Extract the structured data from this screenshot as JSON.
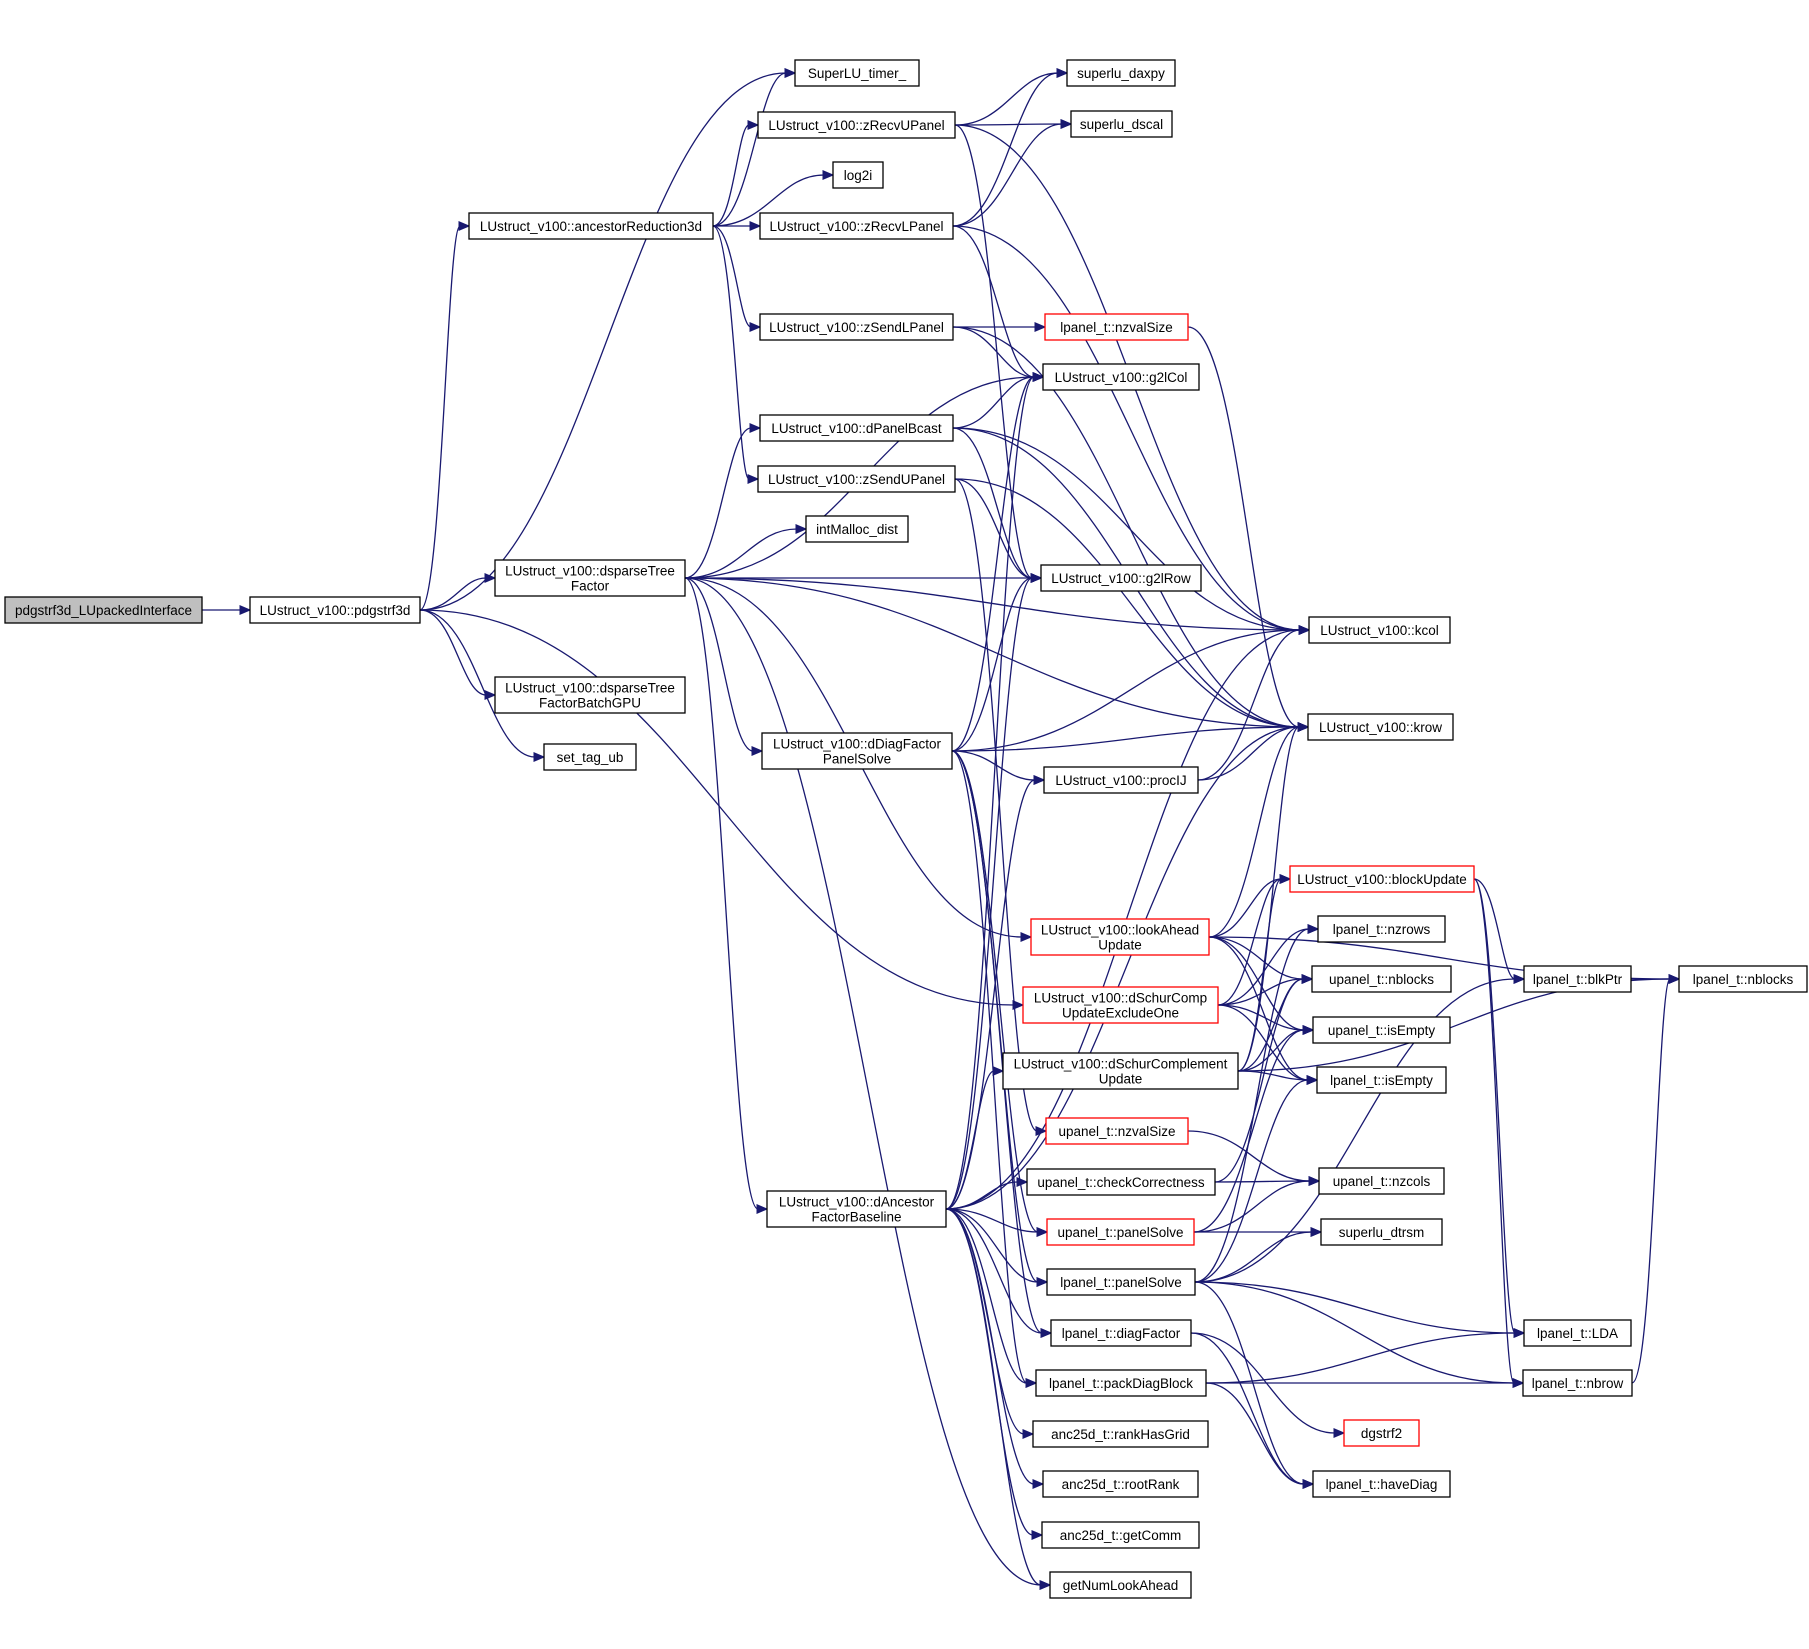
{
  "graph": {
    "nodes": [
      {
        "id": "root",
        "lines": [
          "pdgstrf3d_LUpackedInterface"
        ],
        "root": true
      },
      {
        "id": "pdgstrf3d",
        "lines": [
          "LUstruct_v100::pdgstrf3d"
        ]
      },
      {
        "id": "ancRed",
        "lines": [
          "LUstruct_v100::ancestorReduction3d"
        ]
      },
      {
        "id": "dsparse",
        "lines": [
          "LUstruct_v100::dsparseTree",
          "Factor"
        ]
      },
      {
        "id": "dsparseGPU",
        "lines": [
          "LUstruct_v100::dsparseTree",
          "FactorBatchGPU"
        ]
      },
      {
        "id": "settag",
        "lines": [
          "set_tag_ub"
        ]
      },
      {
        "id": "timer",
        "lines": [
          "SuperLU_timer_"
        ]
      },
      {
        "id": "zRecvU",
        "lines": [
          "LUstruct_v100::zRecvUPanel"
        ]
      },
      {
        "id": "log2i",
        "lines": [
          "log2i"
        ]
      },
      {
        "id": "zRecvL",
        "lines": [
          "LUstruct_v100::zRecvLPanel"
        ]
      },
      {
        "id": "zSendL",
        "lines": [
          "LUstruct_v100::zSendLPanel"
        ]
      },
      {
        "id": "dPanelB",
        "lines": [
          "LUstruct_v100::dPanelBcast"
        ]
      },
      {
        "id": "zSendU",
        "lines": [
          "LUstruct_v100::zSendUPanel"
        ]
      },
      {
        "id": "intMalloc",
        "lines": [
          "intMalloc_dist"
        ]
      },
      {
        "id": "dDiag",
        "lines": [
          "LUstruct_v100::dDiagFactor",
          "PanelSolve"
        ]
      },
      {
        "id": "dAnc",
        "lines": [
          "LUstruct_v100::dAncestor",
          "FactorBaseline"
        ]
      },
      {
        "id": "daxpy",
        "lines": [
          "superlu_daxpy"
        ]
      },
      {
        "id": "dscal",
        "lines": [
          "superlu_dscal"
        ]
      },
      {
        "id": "lnzval",
        "lines": [
          "lpanel_t::nzvalSize"
        ],
        "red": true
      },
      {
        "id": "g2lCol",
        "lines": [
          "LUstruct_v100::g2lCol"
        ]
      },
      {
        "id": "g2lRow",
        "lines": [
          "LUstruct_v100::g2lRow"
        ]
      },
      {
        "id": "procIJ",
        "lines": [
          "LUstruct_v100::procIJ"
        ]
      },
      {
        "id": "lookAhead",
        "lines": [
          "LUstruct_v100::lookAhead",
          "Update"
        ],
        "red": true
      },
      {
        "id": "dSchurEx",
        "lines": [
          "LUstruct_v100::dSchurComp",
          "UpdateExcludeOne"
        ],
        "red": true
      },
      {
        "id": "dSchur",
        "lines": [
          "LUstruct_v100::dSchurComplement",
          "Update"
        ]
      },
      {
        "id": "unzval",
        "lines": [
          "upanel_t::nzvalSize"
        ],
        "red": true
      },
      {
        "id": "uCheck",
        "lines": [
          "upanel_t::checkCorrectness"
        ]
      },
      {
        "id": "uSolve",
        "lines": [
          "upanel_t::panelSolve"
        ],
        "red": true
      },
      {
        "id": "lSolve",
        "lines": [
          "lpanel_t::panelSolve"
        ]
      },
      {
        "id": "lDiag",
        "lines": [
          "lpanel_t::diagFactor"
        ]
      },
      {
        "id": "lPack",
        "lines": [
          "lpanel_t::packDiagBlock"
        ]
      },
      {
        "id": "rankHas",
        "lines": [
          "anc25d_t::rankHasGrid"
        ]
      },
      {
        "id": "rootRank",
        "lines": [
          "anc25d_t::rootRank"
        ]
      },
      {
        "id": "getComm",
        "lines": [
          "anc25d_t::getComm"
        ]
      },
      {
        "id": "getNum",
        "lines": [
          "getNumLookAhead"
        ]
      },
      {
        "id": "kcol",
        "lines": [
          "LUstruct_v100::kcol"
        ]
      },
      {
        "id": "krow",
        "lines": [
          "LUstruct_v100::krow"
        ]
      },
      {
        "id": "blockUp",
        "lines": [
          "LUstruct_v100::blockUpdate"
        ],
        "red": true
      },
      {
        "id": "lnzrows",
        "lines": [
          "lpanel_t::nzrows"
        ]
      },
      {
        "id": "unblocks",
        "lines": [
          "upanel_t::nblocks"
        ]
      },
      {
        "id": "uEmpty",
        "lines": [
          "upanel_t::isEmpty"
        ]
      },
      {
        "id": "lEmpty",
        "lines": [
          "lpanel_t::isEmpty"
        ]
      },
      {
        "id": "unzcols",
        "lines": [
          "upanel_t::nzcols"
        ]
      },
      {
        "id": "dtrsm",
        "lines": [
          "superlu_dtrsm"
        ]
      },
      {
        "id": "dgstrf2",
        "lines": [
          "dgstrf2"
        ],
        "red": true
      },
      {
        "id": "haveDiag",
        "lines": [
          "lpanel_t::haveDiag"
        ]
      },
      {
        "id": "blkPtr",
        "lines": [
          "lpanel_t::blkPtr"
        ]
      },
      {
        "id": "lnblocks",
        "lines": [
          "lpanel_t::nblocks"
        ]
      },
      {
        "id": "LDA",
        "lines": [
          "lpanel_t::LDA"
        ]
      },
      {
        "id": "nbrow",
        "lines": [
          "lpanel_t::nbrow"
        ]
      }
    ],
    "edges": [
      [
        "root",
        "pdgstrf3d"
      ],
      [
        "pdgstrf3d",
        "ancRed"
      ],
      [
        "pdgstrf3d",
        "dsparse"
      ],
      [
        "pdgstrf3d",
        "dsparseGPU"
      ],
      [
        "pdgstrf3d",
        "settag"
      ],
      [
        "pdgstrf3d",
        "timer"
      ],
      [
        "pdgstrf3d",
        "dSchurEx"
      ],
      [
        "ancRed",
        "timer"
      ],
      [
        "ancRed",
        "zRecvU"
      ],
      [
        "ancRed",
        "log2i"
      ],
      [
        "ancRed",
        "zRecvL"
      ],
      [
        "ancRed",
        "zSendL"
      ],
      [
        "ancRed",
        "zSendU"
      ],
      [
        "zRecvU",
        "daxpy"
      ],
      [
        "zRecvU",
        "dscal"
      ],
      [
        "zRecvU",
        "kcol"
      ],
      [
        "zRecvU",
        "g2lRow"
      ],
      [
        "zRecvL",
        "daxpy"
      ],
      [
        "zRecvL",
        "dscal"
      ],
      [
        "zRecvL",
        "kcol"
      ],
      [
        "zRecvL",
        "g2lCol"
      ],
      [
        "zSendL",
        "lnzval"
      ],
      [
        "zSendL",
        "g2lCol"
      ],
      [
        "zSendL",
        "krow"
      ],
      [
        "dPanelB",
        "g2lCol"
      ],
      [
        "dPanelB",
        "g2lRow"
      ],
      [
        "dPanelB",
        "kcol"
      ],
      [
        "dPanelB",
        "krow"
      ],
      [
        "zSendU",
        "g2lRow"
      ],
      [
        "zSendU",
        "krow"
      ],
      [
        "zSendU",
        "unzval"
      ],
      [
        "dsparse",
        "dPanelB"
      ],
      [
        "dsparse",
        "intMalloc"
      ],
      [
        "dsparse",
        "g2lRow"
      ],
      [
        "dsparse",
        "kcol"
      ],
      [
        "dsparse",
        "krow"
      ],
      [
        "dsparse",
        "g2lCol"
      ],
      [
        "dsparse",
        "dDiag"
      ],
      [
        "dsparse",
        "dAnc"
      ],
      [
        "dsparse",
        "lookAhead"
      ],
      [
        "dsparse",
        "getNum"
      ],
      [
        "dDiag",
        "kcol"
      ],
      [
        "dDiag",
        "krow"
      ],
      [
        "dDiag",
        "procIJ"
      ],
      [
        "dDiag",
        "g2lCol"
      ],
      [
        "dDiag",
        "g2lRow"
      ],
      [
        "dDiag",
        "lSolve"
      ],
      [
        "dDiag",
        "uSolve"
      ],
      [
        "dDiag",
        "lDiag"
      ],
      [
        "dDiag",
        "lPack"
      ],
      [
        "dAnc",
        "g2lCol"
      ],
      [
        "dAnc",
        "g2lRow"
      ],
      [
        "dAnc",
        "procIJ"
      ],
      [
        "dAnc",
        "kcol"
      ],
      [
        "dAnc",
        "krow"
      ],
      [
        "dAnc",
        "dSchur"
      ],
      [
        "dAnc",
        "uCheck"
      ],
      [
        "dAnc",
        "uSolve"
      ],
      [
        "dAnc",
        "lSolve"
      ],
      [
        "dAnc",
        "lDiag"
      ],
      [
        "dAnc",
        "lPack"
      ],
      [
        "dAnc",
        "rankHas"
      ],
      [
        "dAnc",
        "rootRank"
      ],
      [
        "dAnc",
        "getComm"
      ],
      [
        "dAnc",
        "getNum"
      ],
      [
        "lnzval",
        "krow"
      ],
      [
        "procIJ",
        "kcol"
      ],
      [
        "procIJ",
        "krow"
      ],
      [
        "lookAhead",
        "krow"
      ],
      [
        "lookAhead",
        "blockUp"
      ],
      [
        "lookAhead",
        "unblocks"
      ],
      [
        "lookAhead",
        "uEmpty"
      ],
      [
        "lookAhead",
        "lEmpty"
      ],
      [
        "lookAhead",
        "lnblocks"
      ],
      [
        "dSchurEx",
        "blockUp"
      ],
      [
        "dSchurEx",
        "lnzrows"
      ],
      [
        "dSchurEx",
        "unblocks"
      ],
      [
        "dSchurEx",
        "uEmpty"
      ],
      [
        "dSchurEx",
        "lEmpty"
      ],
      [
        "dSchur",
        "blockUp"
      ],
      [
        "dSchur",
        "unblocks"
      ],
      [
        "dSchur",
        "uEmpty"
      ],
      [
        "dSchur",
        "lEmpty"
      ],
      [
        "dSchur",
        "lnblocks"
      ],
      [
        "dSchur",
        "krow"
      ],
      [
        "unzval",
        "unzcols"
      ],
      [
        "uCheck",
        "unzcols"
      ],
      [
        "uCheck",
        "unblocks"
      ],
      [
        "uSolve",
        "unzcols"
      ],
      [
        "uSolve",
        "dtrsm"
      ],
      [
        "uSolve",
        "uEmpty"
      ],
      [
        "lSolve",
        "dtrsm"
      ],
      [
        "lSolve",
        "blkPtr"
      ],
      [
        "lSolve",
        "LDA"
      ],
      [
        "lSolve",
        "nbrow"
      ],
      [
        "lSolve",
        "lEmpty"
      ],
      [
        "lSolve",
        "haveDiag"
      ],
      [
        "lSolve",
        "lnzrows"
      ],
      [
        "lDiag",
        "dgstrf2"
      ],
      [
        "lDiag",
        "haveDiag"
      ],
      [
        "lPack",
        "haveDiag"
      ],
      [
        "lPack",
        "LDA"
      ],
      [
        "lPack",
        "nbrow"
      ],
      [
        "blockUp",
        "blkPtr"
      ],
      [
        "blockUp",
        "LDA"
      ],
      [
        "blockUp",
        "nbrow"
      ],
      [
        "blkPtr",
        "lnblocks"
      ],
      [
        "nbrow",
        "lnblocks"
      ]
    ]
  }
}
